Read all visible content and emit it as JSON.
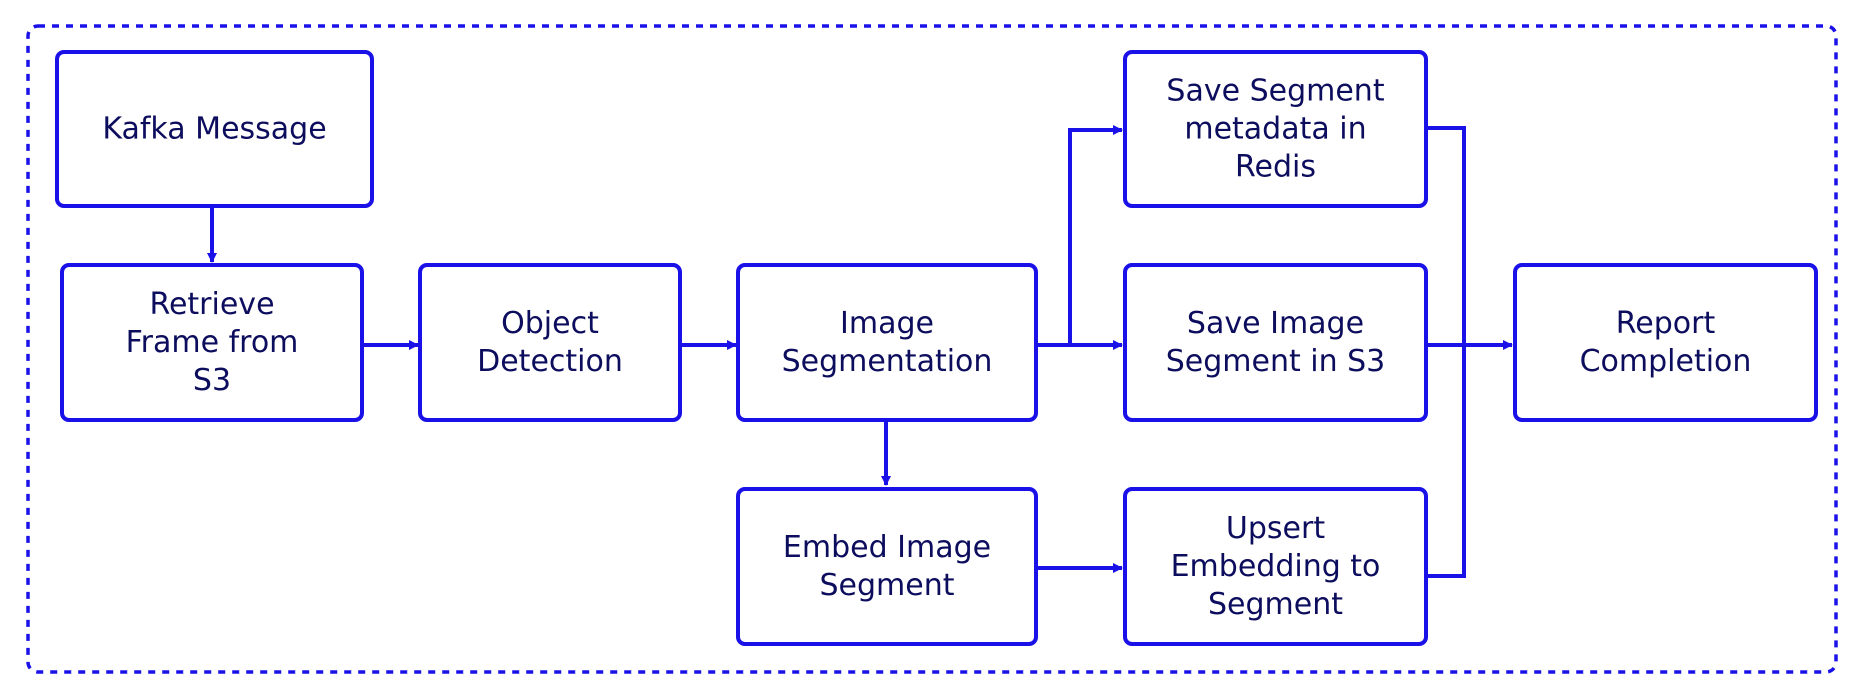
{
  "diagram": {
    "colors": {
      "stroke": "#1a10e8",
      "text": "#0d0d5e",
      "background": "#ffffff"
    },
    "nodes": {
      "kafka": {
        "lines": [
          "Kafka Message"
        ]
      },
      "retrieve": {
        "lines": [
          "Retrieve",
          "Frame from",
          "S3"
        ]
      },
      "detect": {
        "lines": [
          "Object",
          "Detection"
        ]
      },
      "segment": {
        "lines": [
          "Image",
          "Segmentation"
        ]
      },
      "embed": {
        "lines": [
          "Embed Image",
          "Segment"
        ]
      },
      "redis": {
        "lines": [
          "Save Segment",
          "metadata in",
          "Redis"
        ]
      },
      "s3save": {
        "lines": [
          "Save Image",
          "Segment in S3"
        ]
      },
      "upsert": {
        "lines": [
          "Upsert",
          "Embedding to",
          "Segment"
        ]
      },
      "report": {
        "lines": [
          "Report",
          "Completion"
        ]
      }
    },
    "edges": [
      {
        "from": "kafka",
        "to": "retrieve"
      },
      {
        "from": "retrieve",
        "to": "detect"
      },
      {
        "from": "detect",
        "to": "segment"
      },
      {
        "from": "segment",
        "to": "redis"
      },
      {
        "from": "segment",
        "to": "s3save"
      },
      {
        "from": "segment",
        "to": "embed"
      },
      {
        "from": "embed",
        "to": "upsert"
      },
      {
        "from": "redis",
        "to": "report"
      },
      {
        "from": "s3save",
        "to": "report"
      },
      {
        "from": "upsert",
        "to": "report"
      }
    ]
  }
}
